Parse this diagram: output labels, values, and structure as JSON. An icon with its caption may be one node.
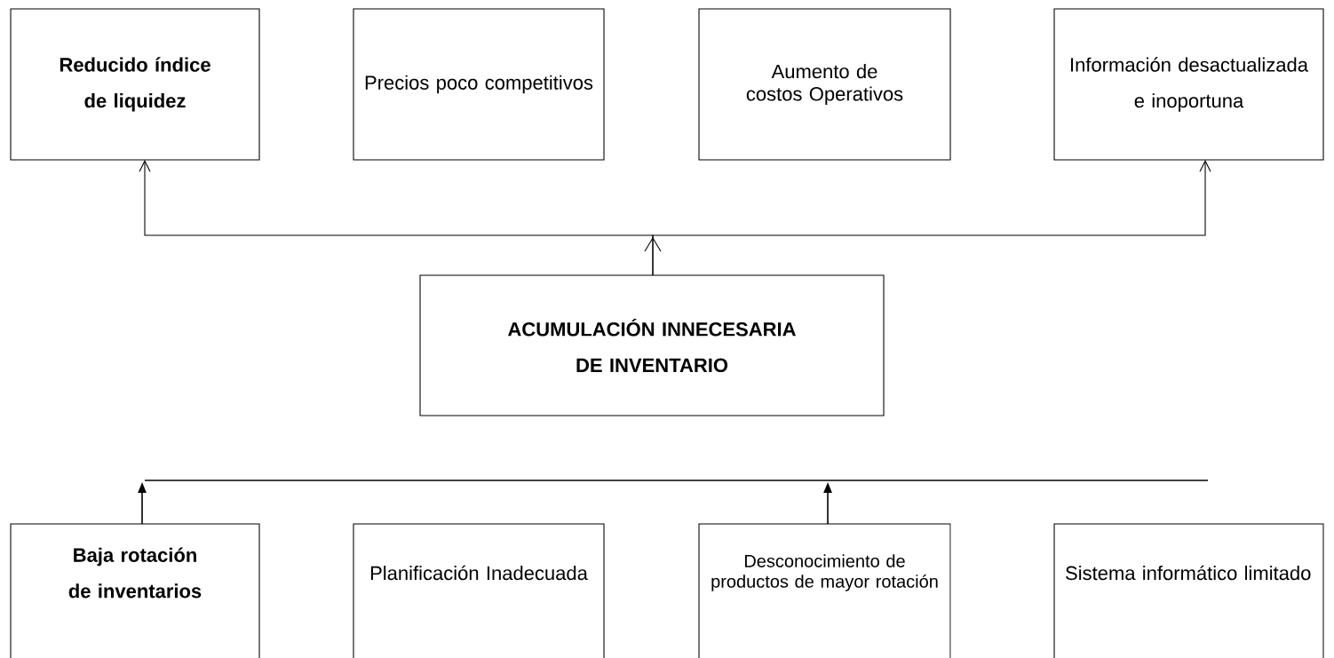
{
  "diagram": {
    "nodes": [
      {
        "text": [
          "Reducido índice de liquidez"
        ]
      },
      {
        "text": [
          "Precios poco competitivos"
        ]
      },
      {
        "text": [
          "Aumento de costos Operativos"
        ]
      },
      {
        "text": [
          "Información desactualizada e inoportuna"
        ]
      },
      {
        "text": [
          "ACUMULACIÓN INNECESARIA DE INVENTARIO"
        ]
      },
      {
        "text": [
          "Baja rotación de inventarios"
        ]
      },
      {
        "text": [
          "Planificación Inadecuada"
        ]
      },
      {
        "text": [
          "Desconocimiento de productos de mayor rotación"
        ]
      },
      {
        "text": [
          "Sistema informático limitado"
        ]
      }
    ],
    "edges": [
      {
        "from": 4,
        "to": 0,
        "arrow": "to"
      },
      {
        "from": 4,
        "to": 3,
        "arrow": "to"
      },
      {
        "from": 5,
        "to": null,
        "arrow": "to"
      },
      {
        "from": 7,
        "to": null,
        "arrow": "to"
      }
    ]
  }
}
